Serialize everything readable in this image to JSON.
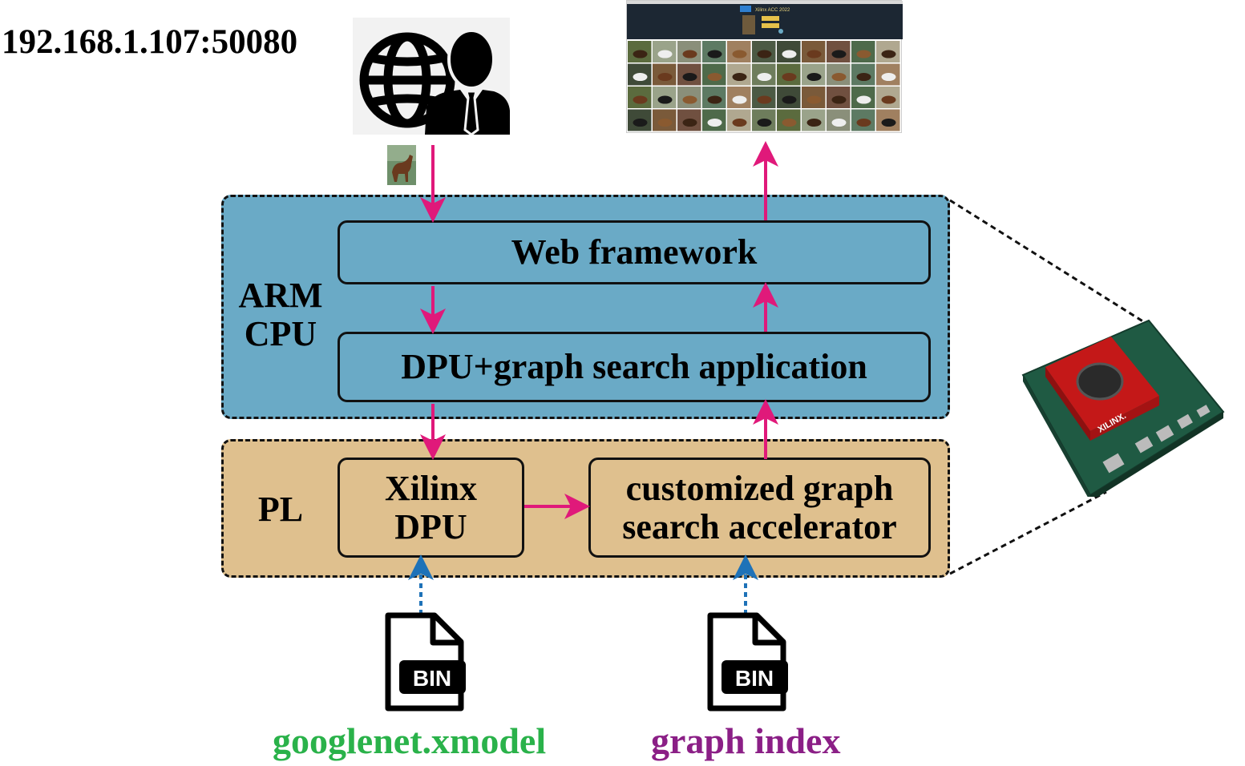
{
  "ip_address": "192.168.1.107:50080",
  "arm_label_line1": "ARM",
  "arm_label_line2": "CPU",
  "pl_label": "PL",
  "web_framework": "Web framework",
  "dpu_app": "DPU+graph search application",
  "xilinx_dpu_line1": "Xilinx",
  "xilinx_dpu_line2": "DPU",
  "accelerator_line1": "customized graph",
  "accelerator_line2": "search accelerator",
  "bin_label": "BIN",
  "file1": "googlenet.xmodel",
  "file2": "graph index",
  "board_brand": "XILINX.",
  "screenshot_title": "Xilinx ACC 2022",
  "colors": {
    "arm_bg": "#6aaac6",
    "pl_bg": "#dfc08e",
    "data_arrow": "#e0197a",
    "file_arrow": "#1e72b8",
    "file1_text": "#2ab24a",
    "file2_text": "#8b1f86"
  }
}
